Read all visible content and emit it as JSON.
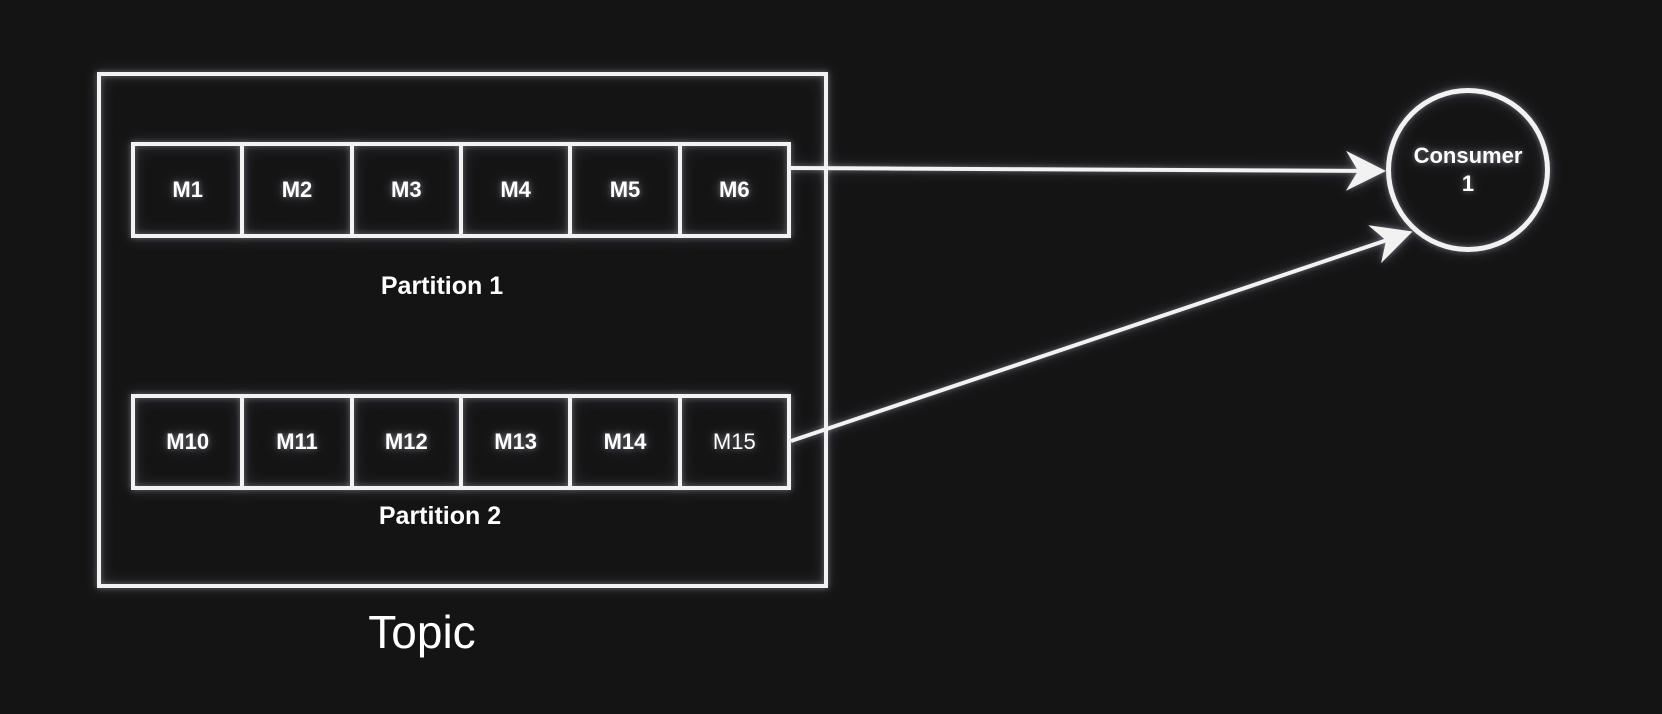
{
  "diagram": {
    "topic": {
      "label": "Topic"
    },
    "partitions": [
      {
        "label": "Partition 1",
        "messages": [
          "M1",
          "M2",
          "M3",
          "M4",
          "M5",
          "M6"
        ]
      },
      {
        "label": "Partition 2",
        "messages": [
          "M10",
          "M11",
          "M12",
          "M13",
          "M14",
          "M15"
        ]
      }
    ],
    "consumer": {
      "label": "Consumer\n1"
    },
    "colors": {
      "background": "#141414",
      "stroke": "#f2f2f2",
      "text": "#ffffff"
    }
  }
}
